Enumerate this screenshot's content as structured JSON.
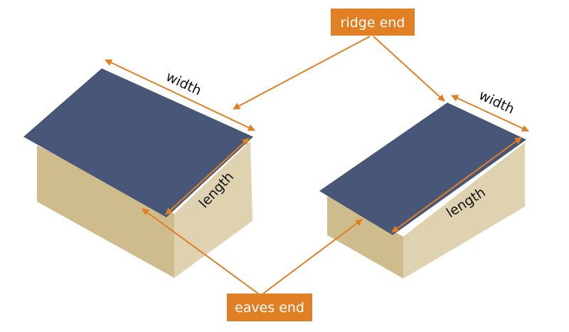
{
  "diagram": {
    "colors": {
      "roof": "#485677",
      "front_wall": "#cfbc8d",
      "side_wall": "#dfd2b1",
      "accent": "#e07f24",
      "label_text": "#111111",
      "box_text": "#ffffff"
    },
    "callouts": {
      "ridge_end": "ridge end",
      "eaves_end": "eaves end"
    },
    "left_house": {
      "width_label": "width",
      "length_label": "length"
    },
    "right_house": {
      "width_label": "width",
      "length_label": "length"
    }
  }
}
